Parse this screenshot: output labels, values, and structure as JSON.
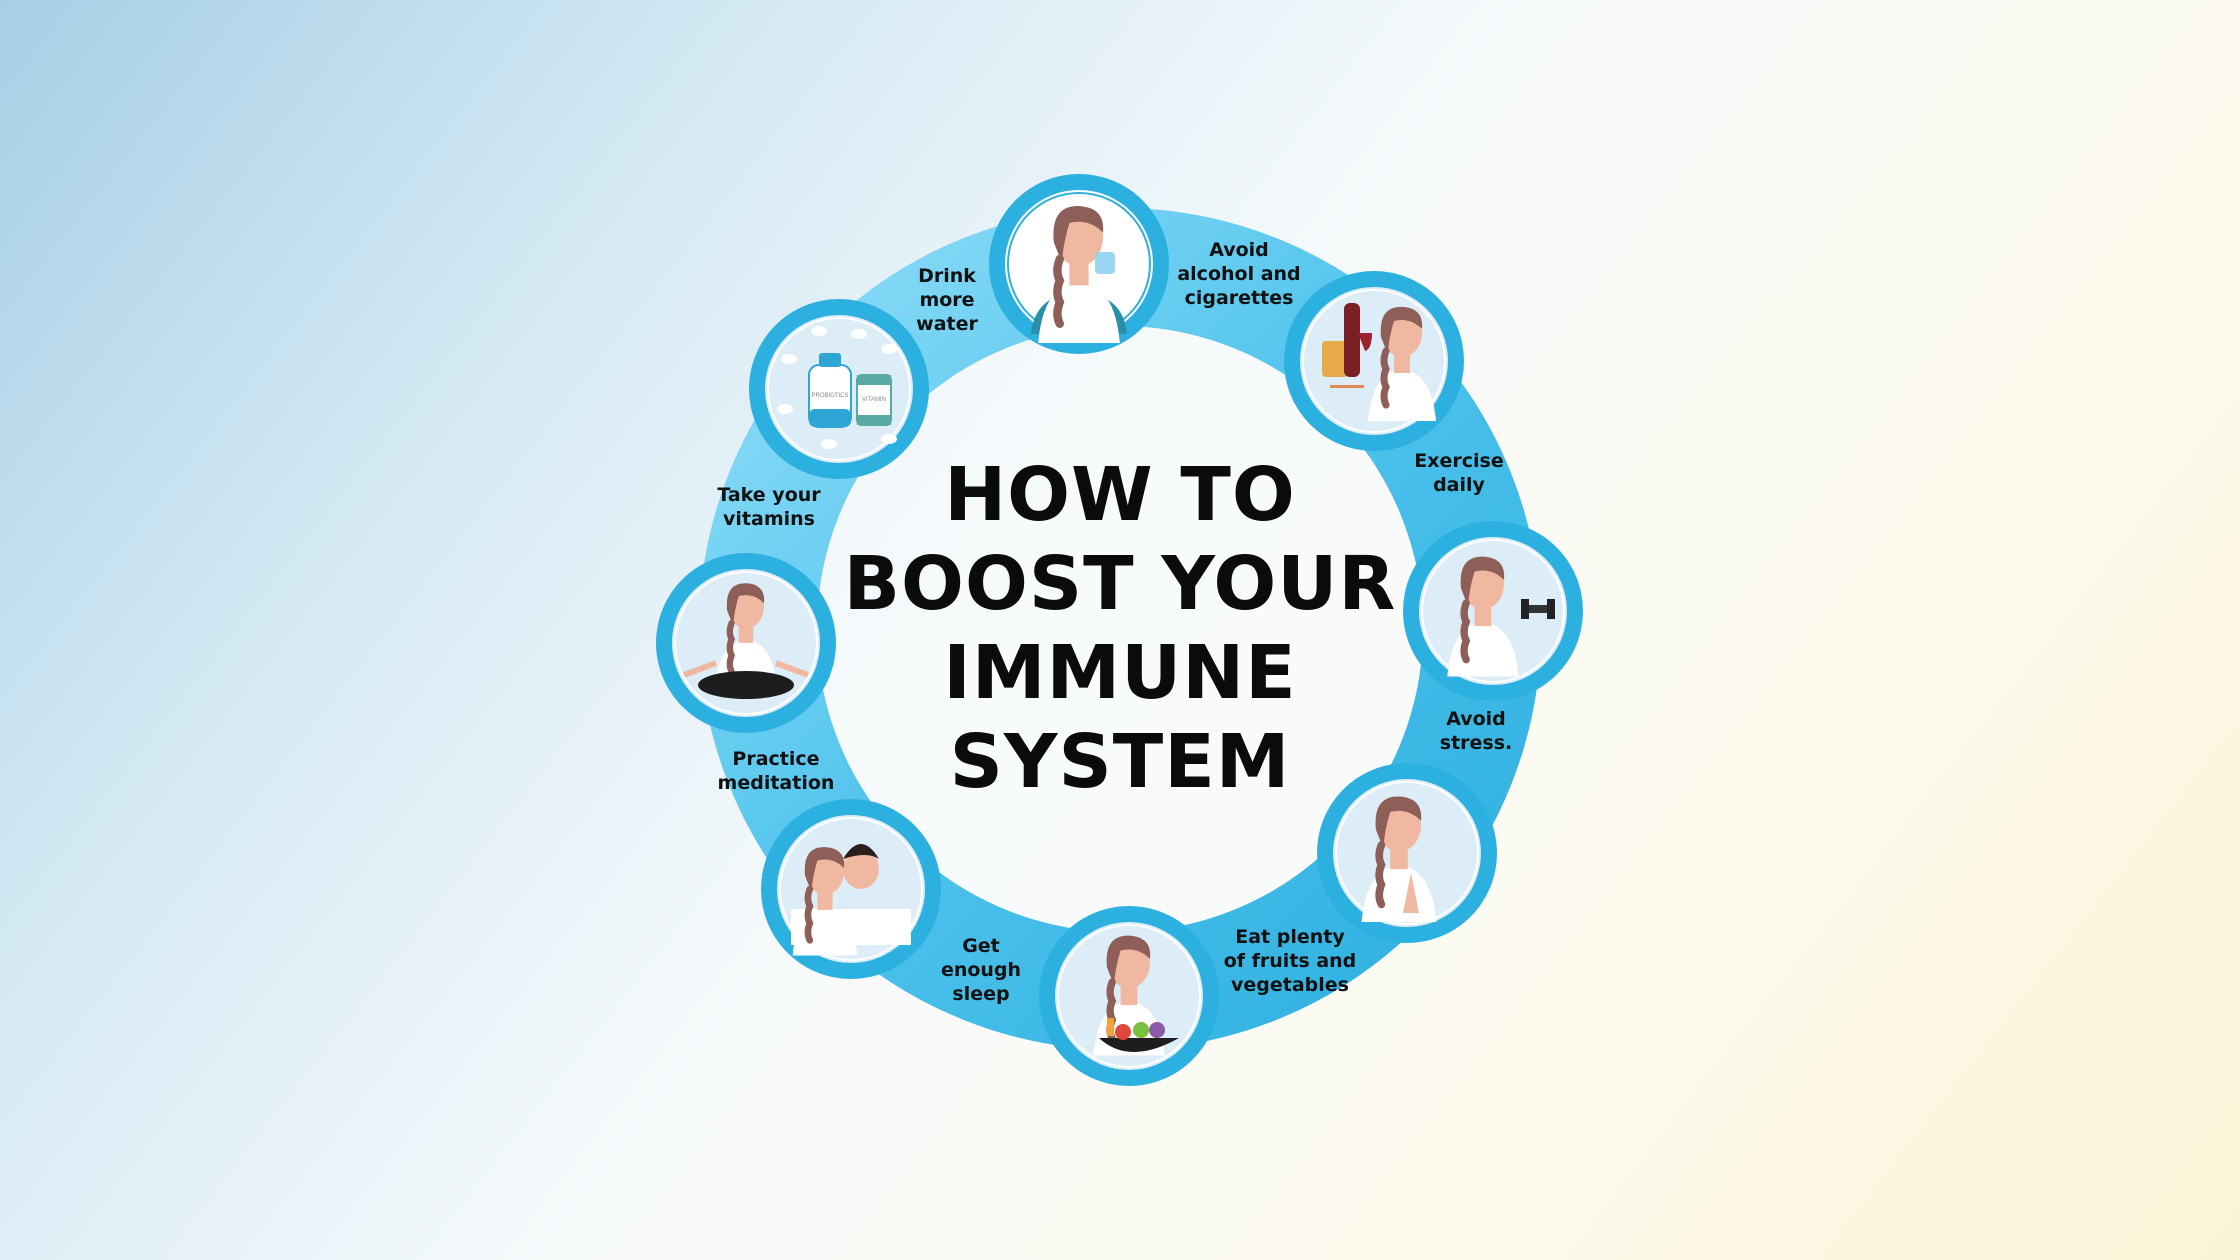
{
  "title": "HOW TO\nBOOST YOUR\nIMMUNE\nSYSTEM",
  "colors": {
    "ring": "#3db8e6",
    "ring_light": "#86d8f6",
    "hair": "#8e5e58",
    "skin": "#f0b8a0",
    "teal": "#2a8fa8"
  },
  "steps": [
    {
      "label": "Drink\nmore\nwater",
      "icon": "drinking-water"
    },
    {
      "label": "Avoid\nalcohol and\ncigarettes",
      "icon": "alcohol-refusal"
    },
    {
      "label": "Exercise\ndaily",
      "icon": "dumbbell-exercise"
    },
    {
      "label": "Avoid\nstress.",
      "icon": "calm-hands"
    },
    {
      "label": "Eat plenty\nof fruits and\nvegetables",
      "icon": "fruit-bowl"
    },
    {
      "label": "Get\nenough\nsleep",
      "icon": "sleeping-couple"
    },
    {
      "label": "Practice\nmeditation",
      "icon": "meditation"
    },
    {
      "label": "Take your\nvitamins",
      "icon": "vitamin-bottles"
    }
  ],
  "illustration_text": {
    "probiotics": "PROBIOTICS",
    "vitamin": "VITAMIN"
  }
}
